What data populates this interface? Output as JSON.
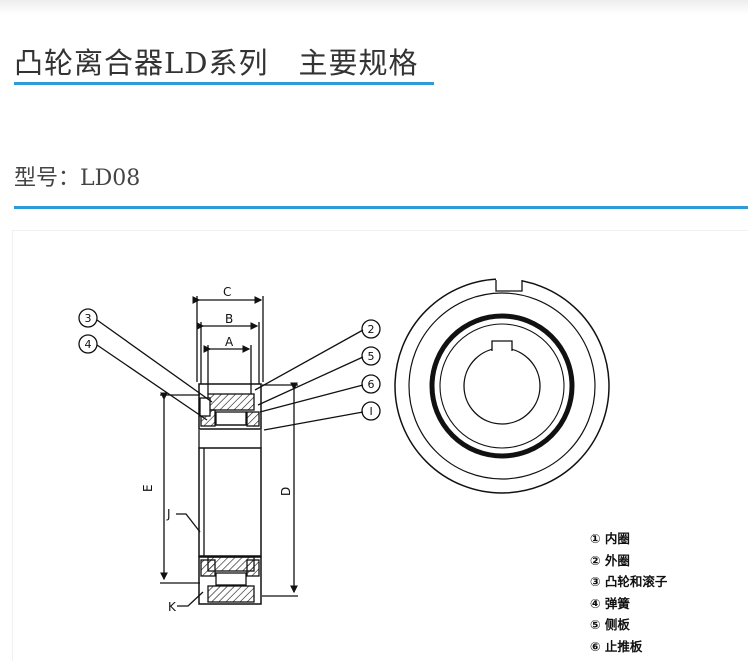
{
  "page": {
    "title": "凸轮离合器LD系列　主要规格",
    "model_label": "型号：LD08"
  },
  "drawing": {
    "dimensions": {
      "C": "C",
      "B": "B",
      "A": "A",
      "E": "E",
      "D": "D",
      "J": "J",
      "K": "K"
    },
    "callouts": {
      "c1": "I",
      "c2": "2",
      "c3": "3",
      "c4": "4",
      "c5": "5",
      "c6": "6"
    }
  },
  "legend": [
    {
      "label": "① 内圈"
    },
    {
      "label": "② 外圈"
    },
    {
      "label": "③ 凸轮和滚子"
    },
    {
      "label": "④ 弹簧"
    },
    {
      "label": "⑤ 侧板"
    },
    {
      "label": "⑥ 止推板"
    }
  ],
  "colors": {
    "accent_line": "#2f9ad8",
    "drawing_ink": "#111111"
  }
}
